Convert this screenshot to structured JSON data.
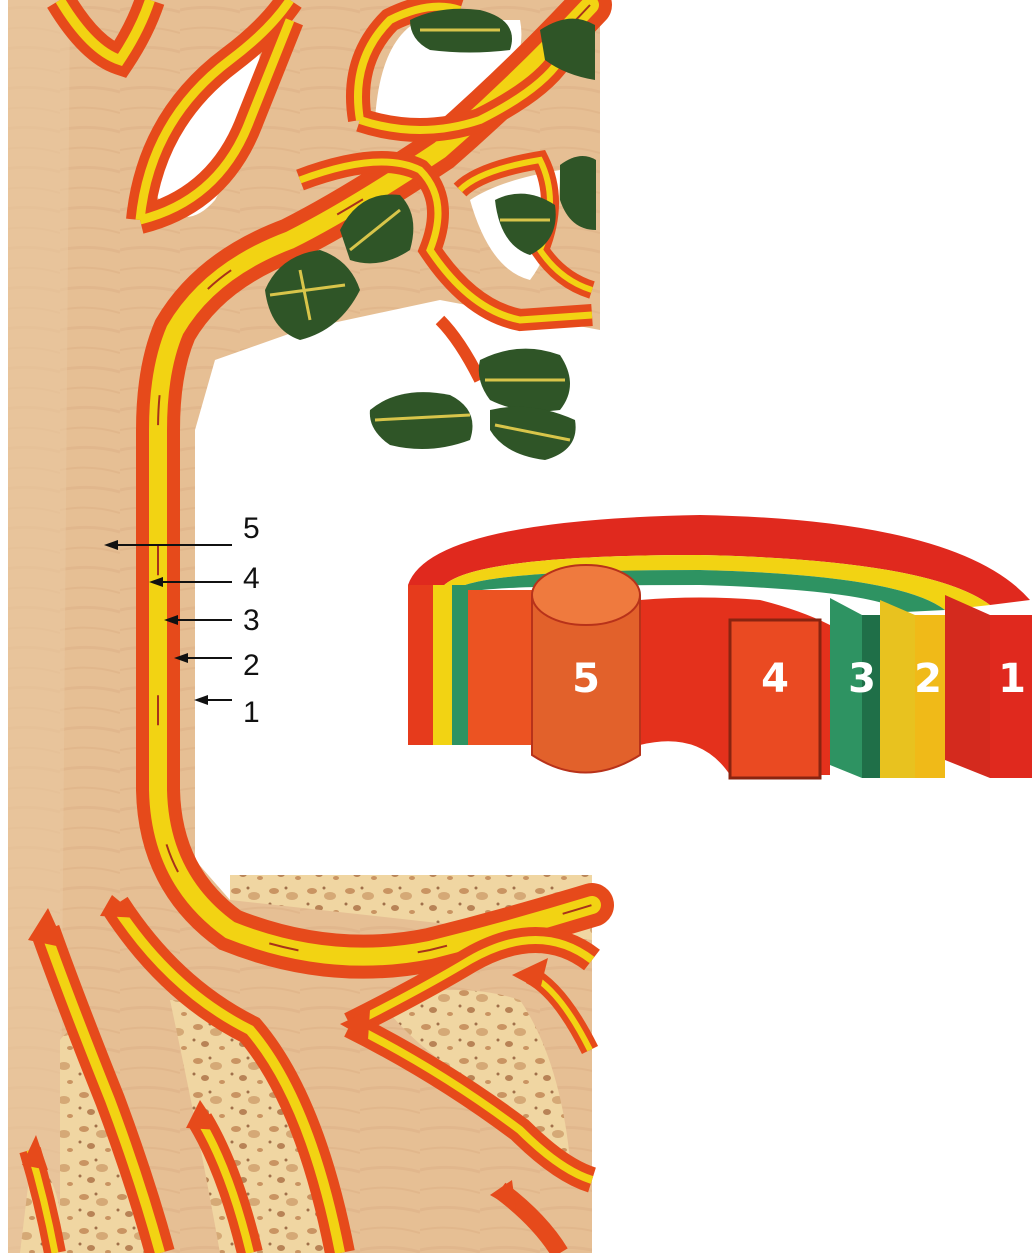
{
  "colors": {
    "wood": "#e6bf94",
    "wood_shade": "#d6a57a",
    "bark_outer": "#e64a1b",
    "bark_dark": "#b8321a",
    "phloem": "#f2d313",
    "cambium": "#2e9362",
    "cambium_dark": "#1f6f48",
    "sapwood": "#ec5322",
    "soil": "#f0d6a2",
    "soil_speck": "#c99462",
    "leaf": "#2f5527",
    "leaf_vein": "#d8c54a"
  },
  "icons": {
    "leaf": "oak-leaf-icon",
    "arrow": "flow-arrow-icon"
  },
  "trunk_callouts": [
    {
      "label": "5"
    },
    {
      "label": "4"
    },
    {
      "label": "3"
    },
    {
      "label": "2"
    },
    {
      "label": "1"
    }
  ],
  "cross_section": {
    "labels": [
      "5",
      "4",
      "3",
      "2",
      "1"
    ]
  }
}
